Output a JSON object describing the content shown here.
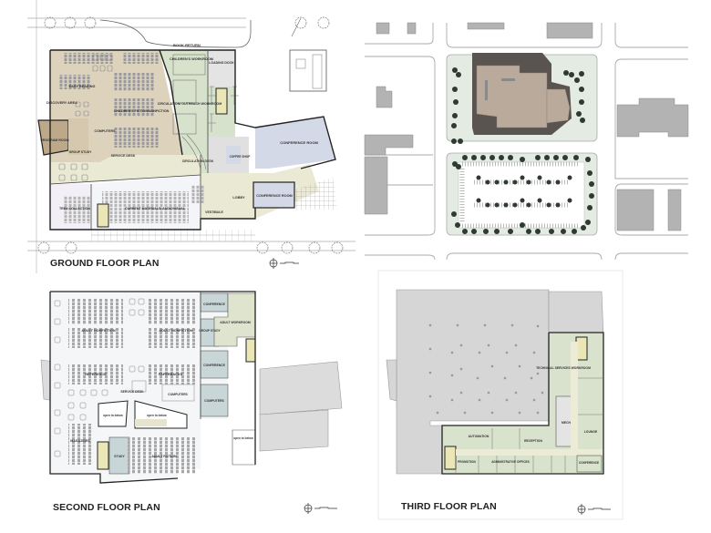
{
  "plans": {
    "ground": {
      "title": "GROUND FLOOR PLAN",
      "rooms": {
        "book_return": "BOOK RETURN",
        "childrens_workroom": "CHILDREN'S WORKROOM",
        "loading_dock": "LOADING DOCK",
        "easy_reading": "EASY READING",
        "discovery_area": "DISCOVERY AREA",
        "childrens_fiction": "CHILDREN'S FICTION/NONFICTION",
        "circulation_workroom": "CIRCULATION/ OUTREACH WORKROOM",
        "program_room": "PROGRAM ROOM",
        "computers": "COMPUTERS",
        "group_study": "GROUP STUDY",
        "service_desk": "SERVICE DESK",
        "circulation_desk": "CIRCULATION DESK",
        "coffee_shop": "COFFEE SHOP",
        "conference_room_1": "CONFERENCE ROOM",
        "conference_room_2": "CONFERENCE ROOM",
        "lobby": "LOBBY",
        "vestibule": "VESTIBULE",
        "teen_collection": "TEEN COLLECTION",
        "current_materials": "CURRENT MATERIALS/ AUDIOVISUAL"
      }
    },
    "site": {
      "title": ""
    },
    "second": {
      "title": "SECOND FLOOR PLAN",
      "rooms": {
        "adult_nonfiction_1": "ADULT NONFICTION",
        "adult_nonfiction_2": "ADULT NONFICTION",
        "conference_1": "CONFERENCE",
        "adult_workroom": "ADULT WORKROOM",
        "group_study": "GROUP STUDY",
        "conference_2": "CONFERENCE",
        "reference": "REFERENCE",
        "paperbacks": "PAPERBACKS",
        "service_desk": "SERVICE DESK",
        "computers_1": "COMPUTERS",
        "computers_2": "COMPUTERS",
        "open_to_below_1": "open to below",
        "open_to_below_2": "open to below",
        "open_to_below_3": "open to below",
        "magazines": "MAGAZINES",
        "study": "STUDY",
        "adult_fiction": "ADULT FICTION"
      }
    },
    "third": {
      "title": "THIRD FLOOR PLAN",
      "rooms": {
        "technical_services": "TECHNICAL SERVICES WORKROOM",
        "mech": "MECH",
        "lounge": "LOUNGE",
        "automation": "AUTOMATION",
        "reception": "RECEPTION",
        "promotion": "PROMOTION",
        "administrative_offices": "ADMINISTRATIVE OFFICES",
        "conference": "CONFERENCE"
      }
    }
  },
  "colors": {
    "childrens_tan": "#ddd3bd",
    "workroom_green": "#d6e2cc",
    "conference_blue": "#d3d9e6",
    "program_brown": "#bda98a",
    "cream": "#eae9d4",
    "roof_gray": "#d6d6d6",
    "building_tan": "#b9aa9c",
    "building_dark": "#5a5450",
    "site_green": "#e3ebe3",
    "neighbor_gray": "#b3b3b3"
  }
}
